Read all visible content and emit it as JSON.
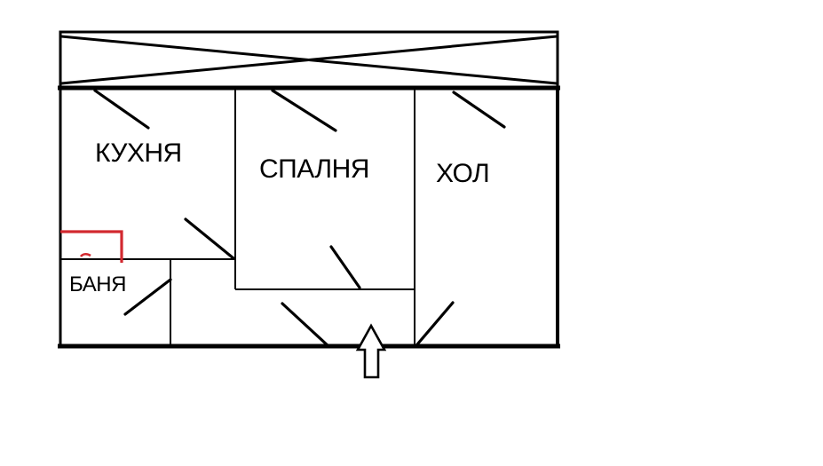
{
  "floor_plan": {
    "rooms": {
      "kitchen": {
        "label": "КУХНЯ"
      },
      "bedroom": {
        "label": "СПАЛНЯ"
      },
      "hall": {
        "label": "ХОЛ"
      },
      "bath": {
        "label": "БАНЯ"
      }
    },
    "icons": {
      "entrance_arrow": "hollow-up-arrow",
      "balcony_cross": "x-crossed-strip"
    },
    "colors": {
      "line": "#000000",
      "highlight_red": "#d2292f",
      "background": "#ffffff"
    }
  }
}
